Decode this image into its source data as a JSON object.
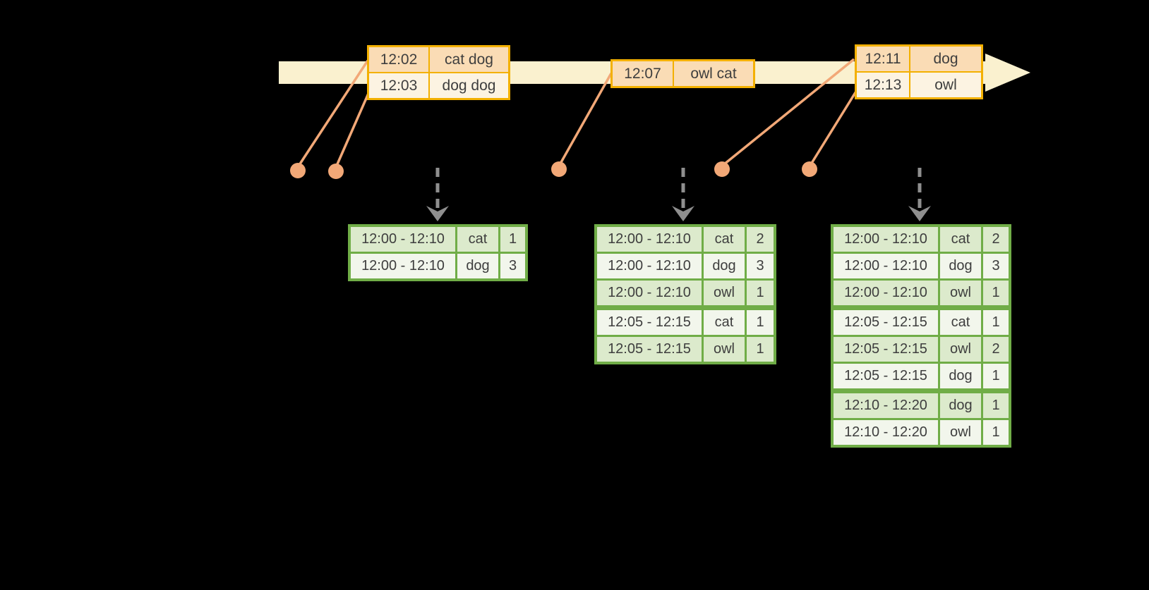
{
  "diagram": {
    "kind": "event-time windowed aggregation timeline",
    "background": "#000000"
  },
  "colors": {
    "background": "#000000",
    "timeline": "#FAF1CF",
    "event_border": "#F3B000",
    "event_row_a": "#FADCB5",
    "event_row_b": "#FCF3E2",
    "connector": "#F2A877",
    "result_border": "#70AD47",
    "result_row_a": "#DCEACC",
    "result_row_b": "#F2F6EC",
    "arrow_gray": "#8F8F8F",
    "text": "#3E3E3E"
  },
  "event_tables": [
    {
      "rows": [
        {
          "time": "12:02",
          "words": "cat dog"
        },
        {
          "time": "12:03",
          "words": "dog dog"
        }
      ]
    },
    {
      "rows": [
        {
          "time": "12:07",
          "words": "owl cat"
        }
      ]
    },
    {
      "rows": [
        {
          "time": "12:11",
          "words": "dog"
        },
        {
          "time": "12:13",
          "words": "owl"
        }
      ]
    }
  ],
  "result_tables": [
    {
      "rows": [
        {
          "window": "12:00 - 12:10",
          "word": "cat",
          "count": "1"
        },
        {
          "window": "12:00 - 12:10",
          "word": "dog",
          "count": "3"
        }
      ]
    },
    {
      "rows": [
        {
          "window": "12:00 - 12:10",
          "word": "cat",
          "count": "2"
        },
        {
          "window": "12:00 - 12:10",
          "word": "dog",
          "count": "3"
        },
        {
          "window": "12:00 - 12:10",
          "word": "owl",
          "count": "1"
        },
        {
          "window": "12:05 - 12:15",
          "word": "cat",
          "count": "1"
        },
        {
          "window": "12:05 - 12:15",
          "word": "owl",
          "count": "1"
        }
      ]
    },
    {
      "rows": [
        {
          "window": "12:00 - 12:10",
          "word": "cat",
          "count": "2"
        },
        {
          "window": "12:00 - 12:10",
          "word": "dog",
          "count": "3"
        },
        {
          "window": "12:00 - 12:10",
          "word": "owl",
          "count": "1"
        },
        {
          "window": "12:05 - 12:15",
          "word": "cat",
          "count": "1"
        },
        {
          "window": "12:05 - 12:15",
          "word": "owl",
          "count": "2"
        },
        {
          "window": "12:05 - 12:15",
          "word": "dog",
          "count": "1"
        },
        {
          "window": "12:10 - 12:20",
          "word": "dog",
          "count": "1"
        },
        {
          "window": "12:10 - 12:20",
          "word": "owl",
          "count": "1"
        }
      ]
    }
  ]
}
